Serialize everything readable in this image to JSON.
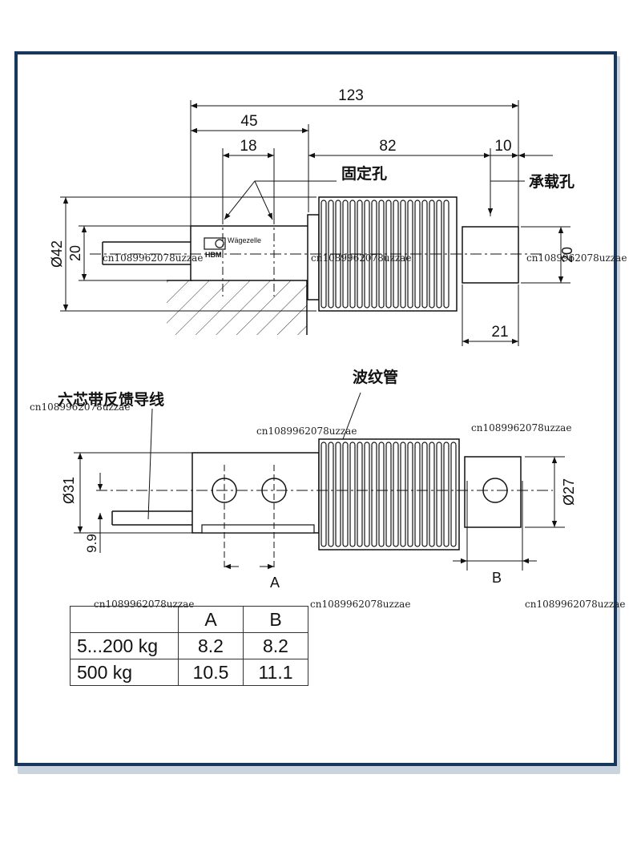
{
  "top_view": {
    "dim_total": "123",
    "dim_mount": "45",
    "dim_hole_pitch": "18",
    "dim_body": "82",
    "dim_load_end": "10",
    "dim_dia": "Ø42",
    "dim_height": "20",
    "dim_right_height": "20",
    "dim_load_len": "21",
    "label_fix_hole": "固定孔",
    "label_load_hole": "承载孔",
    "plate_text": "Wägezelle",
    "logo_text": "HBM"
  },
  "bottom_view": {
    "label_cable": "六芯带反馈导线",
    "label_bellows": "波纹管",
    "dim_dia_body": "Ø31",
    "dim_offset": "9.9",
    "dim_dia_end": "Ø27",
    "dim_a": "A",
    "dim_b": "B"
  },
  "table": {
    "header": [
      "",
      "A",
      "B"
    ],
    "rows": [
      [
        "5...200 kg",
        "8.2",
        "8.2"
      ],
      [
        "500 kg",
        "10.5",
        "11.1"
      ]
    ]
  },
  "watermarks": [
    "cn1089962078uzzae",
    "cn1089962078uzzae",
    "cn1089962078uzzae",
    "cn1089962078uzzae",
    "cn1089962078uzzae",
    "cn1089962078uzzae",
    "cn1089962078uzzae",
    "cn1089962078uzzae",
    "cn1089962078uzzae"
  ],
  "colors": {
    "frame": "#17385c",
    "line": "#111111"
  }
}
